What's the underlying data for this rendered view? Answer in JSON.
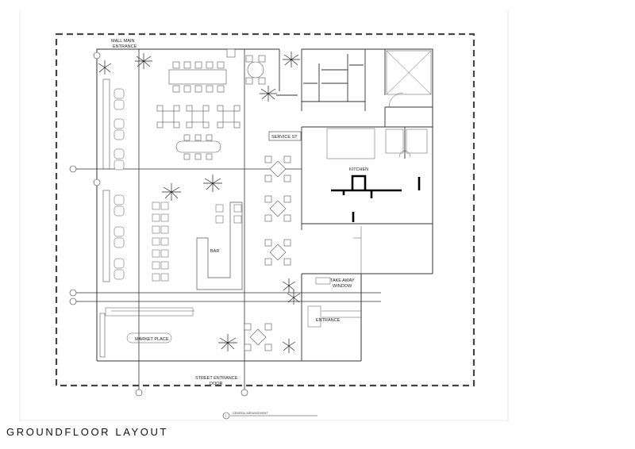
{
  "title": "GROUNDFLOOR LAYOUT",
  "labels": {
    "mall_main_entrance_1": "MALL MAIN",
    "mall_main_entrance_2": "ENTRANCE",
    "service_station": "SERVICE ST",
    "kitchen": "KITCHEN",
    "bar": "BAR",
    "take_away_1": "TAKE AWAY",
    "take_away_2": "WINDOW",
    "entrance": "ENTRANCE",
    "market_place": "MARKET PLACE",
    "street_entrance_1": "STREET ENTRANCE",
    "street_entrance_2": "DOOR",
    "general_arrangement": "GENERAL ARRANGEMENT",
    "drawing_number": "1"
  }
}
